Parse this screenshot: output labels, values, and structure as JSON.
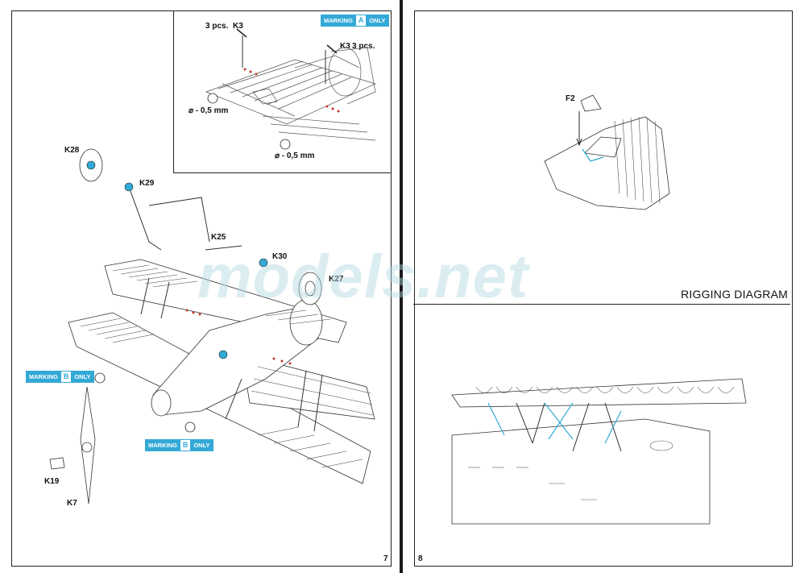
{
  "left_page": {
    "page_number": "7",
    "inset": {
      "qty_left": "3 pcs.",
      "part_left": "K3",
      "qty_right": "3 pcs.",
      "part_right": "K3",
      "diam_left": "⌀ - 0,5 mm",
      "diam_right": "⌀ - 0,5 mm",
      "badge": {
        "word": "MARKING",
        "letter": "A",
        "suffix": "ONLY"
      }
    },
    "parts": {
      "k28": "K28",
      "k29": "K29",
      "k25": "K25",
      "k30": "K30",
      "k27": "K27",
      "k19": "K19",
      "k7": "K7"
    },
    "badge_b1": {
      "word": "MARKING",
      "letter": "B",
      "suffix": "ONLY"
    },
    "badge_b2": {
      "word": "MARKING",
      "letter": "B",
      "suffix": "ONLY"
    }
  },
  "right_page": {
    "page_number": "8",
    "part_f2": "F2",
    "rigging_title": "RIGGING DIAGRAM"
  },
  "watermark": "models.net",
  "colors": {
    "accent": "#33a9d6",
    "lines": "#222222"
  }
}
